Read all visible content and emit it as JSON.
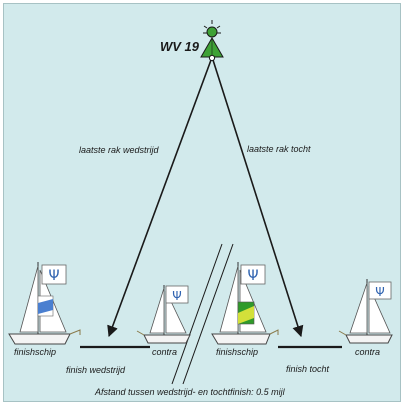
{
  "buoy": {
    "name": "WV 19",
    "colors": {
      "body": "#3ea236",
      "sun": "#3ea236"
    }
  },
  "legs": {
    "race": "laatste rak wedstrijd",
    "tour": "laatste rak tocht"
  },
  "boats": [
    {
      "label": "finishschip",
      "flag_color": "#4a7fd0",
      "flag_stripe": "#ffffff"
    },
    {
      "label": "contra"
    },
    {
      "label": "finishschip",
      "flag_color": "#2f9a2a",
      "flag_stripe": "#d3e03a"
    },
    {
      "label": "contra"
    }
  ],
  "finish_lines": {
    "race": "finish wedstrijd",
    "tour": "finish tocht"
  },
  "distance_note": "Afstand tussen wedstrijd- en tochtfinish: 0.5 mijl",
  "colors": {
    "background": "#d2eaec",
    "sail_flag_emblem": "#2f63b0",
    "arrow": "#1a1a1a"
  },
  "icons": [
    "buoy-icon",
    "sailboat-icon",
    "pennant-icon",
    "trident-icon"
  ]
}
